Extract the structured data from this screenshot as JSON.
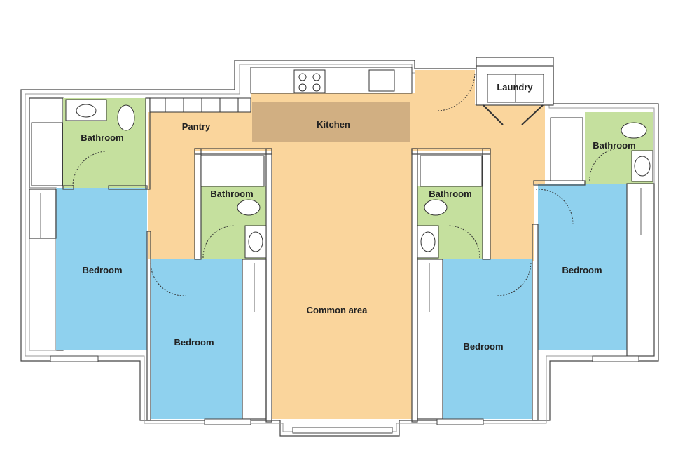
{
  "colors": {
    "common": "#FAD59C",
    "bedroom": "#8FD1EE",
    "bathroom": "#C5E09E",
    "kitchen_island": "#D1AF82",
    "wall": "#444444"
  },
  "rooms": {
    "laundry": "Laundry",
    "kitchen": "Kitchen",
    "pantry": "Pantry",
    "common": "Common area",
    "bathroom_1": "Bathroom",
    "bathroom_2": "Bathroom",
    "bathroom_3": "Bathroom",
    "bathroom_4": "Bathroom",
    "bedroom_1": "Bedroom",
    "bedroom_2": "Bedroom",
    "bedroom_3": "Bedroom",
    "bedroom_4": "Bedroom"
  }
}
